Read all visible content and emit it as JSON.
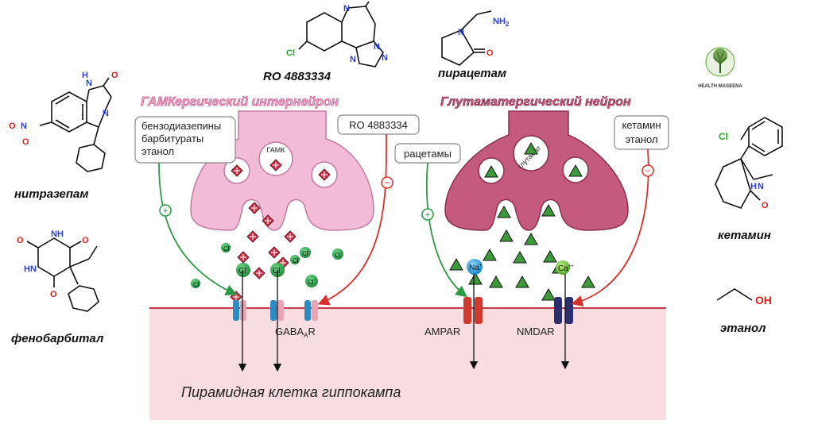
{
  "drugs": {
    "nitrazepam": "нитразепам",
    "phenobarbital": "фенобарбитал",
    "ro": "RO 4883334",
    "piracetam": "пирацетам",
    "ketamine": "кетамин",
    "ethanol": "этанол"
  },
  "atoms": {
    "N": "N",
    "H": "H",
    "O": "O",
    "Cl": "Cl",
    "NH": "NH",
    "HN": "HN",
    "NH2": "NH",
    "sub2": "2",
    "OH": "OH",
    "NO2": "N",
    "plus": "+",
    "minus": "−"
  },
  "neurons": {
    "gaba_title": "ГАМКергический интернейрон",
    "glu_title": "Глутаматергический нейрон",
    "gaba_vesicle": "ГАМК",
    "glu_vesicle": "глутамат"
  },
  "boxes": {
    "benzo": [
      "бензодиазепины",
      "барбитураты",
      "этанол"
    ],
    "ro": "RO 4883334",
    "racetam": "рацетамы",
    "ket": [
      "кетамин",
      "этанол"
    ]
  },
  "ions": {
    "cl": "Cl",
    "cl_charge": "-",
    "na": "Na",
    "na_charge": "+",
    "ca": "Ca",
    "ca_charge": "++"
  },
  "receptors": {
    "gaba": "GABA",
    "gaba_sub": "A",
    "gaba_r": "R",
    "ampa": "AMPAR",
    "nmda": "NMDAR"
  },
  "cell_label": "Пирамидная клетка гиппокампа",
  "logo": {
    "text": "HEALTH MASEENA"
  },
  "colors": {
    "gaba_pink": "#f2bcd6",
    "glu_rose": "#c45a7e",
    "membrane": "#f7dde0",
    "green": "#2a9a45",
    "red": "#d9302c"
  }
}
